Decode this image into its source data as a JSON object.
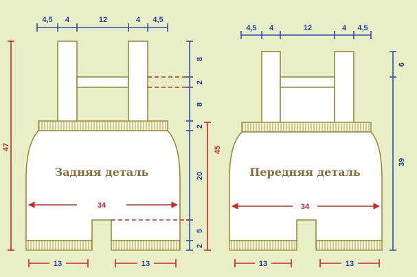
{
  "back": {
    "title": "Задняя деталь",
    "top_widths": [
      "4,5",
      "4",
      "12",
      "4",
      "4,5"
    ],
    "right_heights": [
      "8",
      "2",
      "8",
      "2",
      "20",
      "5",
      "2"
    ],
    "total_height_left": "47",
    "total_height_right": "45",
    "body_width": "34",
    "leg_widths": [
      "13",
      "13"
    ]
  },
  "front": {
    "title": "Передняя деталь",
    "top_widths": [
      "4,5",
      "4",
      "12",
      "4",
      "4,5"
    ],
    "right_heights": [
      "6",
      "39"
    ],
    "body_width": "34",
    "leg_widths": [
      "13",
      "13"
    ]
  },
  "colors": {
    "background": "#e8efc6",
    "blue_lines": "#2a4db3",
    "red_lines": "#d42525",
    "outline": "#9a8a3a",
    "title": "#8a6b3a"
  }
}
